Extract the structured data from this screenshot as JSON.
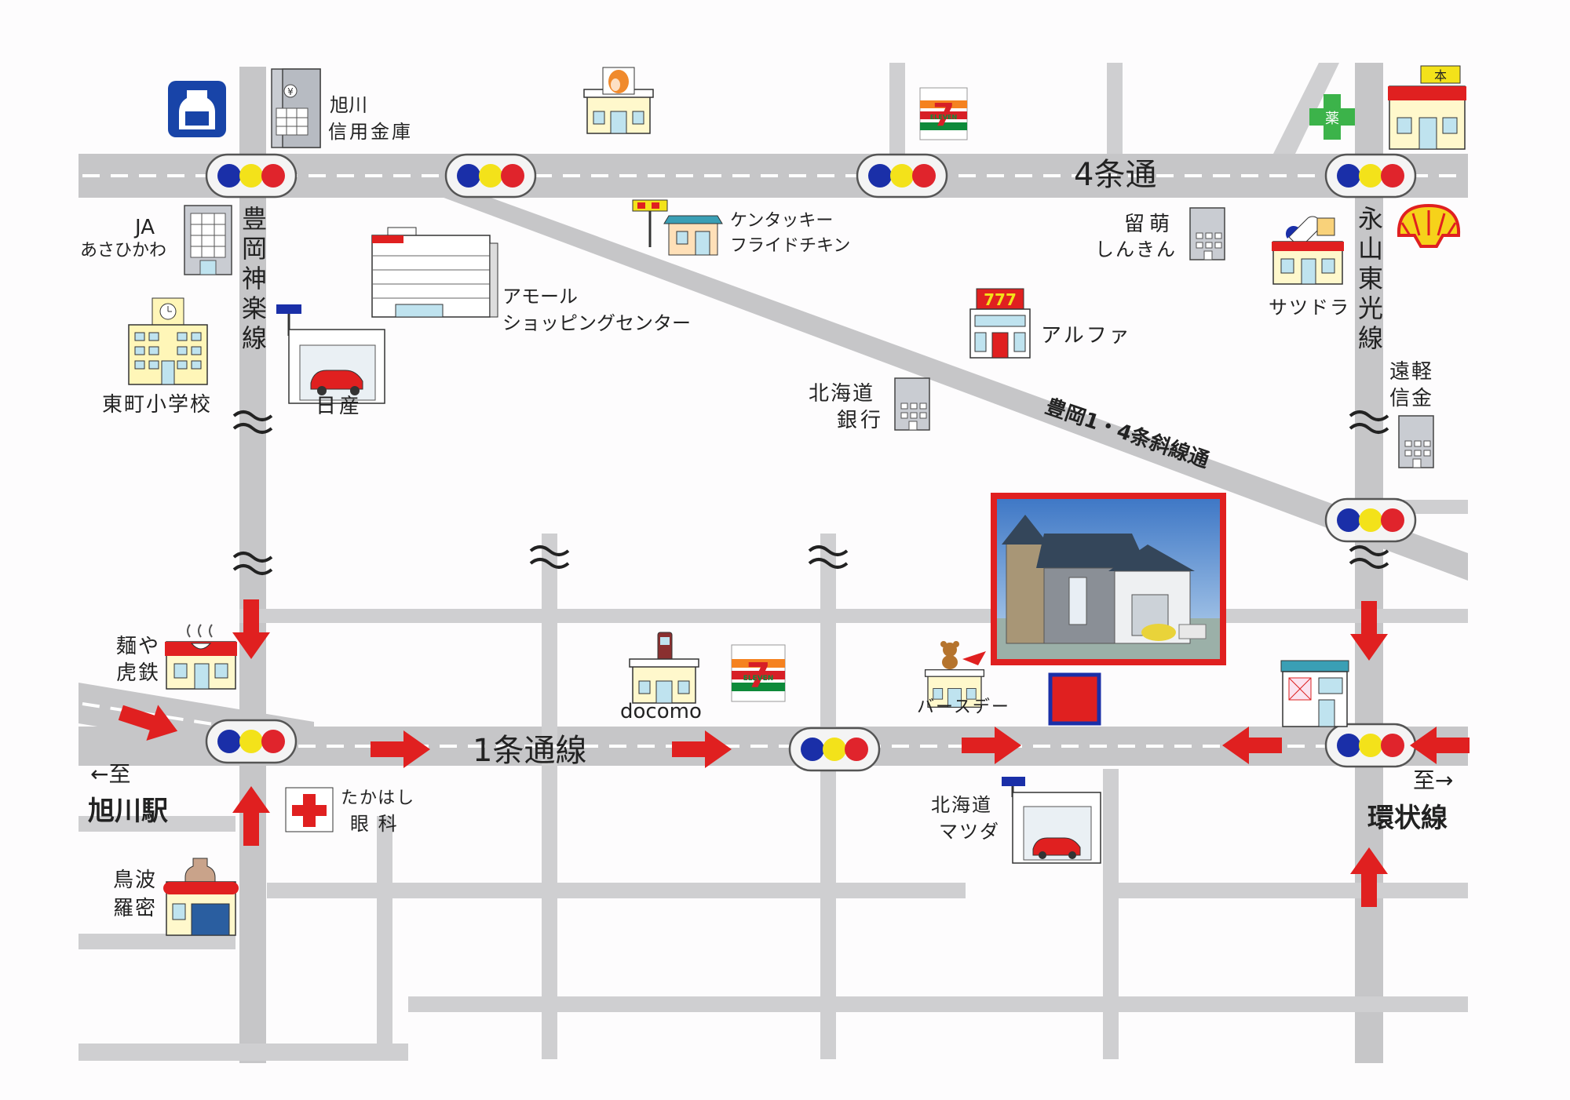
{
  "roads": {
    "street_4jo": "4条通",
    "street_1jo": "1条通線",
    "toyooka_kagura": "豊岡神楽線",
    "nagayama_toko": "永山東光線",
    "diagonal": "豊岡1・4条斜線通"
  },
  "directions": {
    "left_arrow": "←至",
    "left_dest": "旭川駅",
    "right_arrow": "至→",
    "right_dest": "環状線"
  },
  "landmarks": {
    "asahikawa_shinkin_1": "旭川",
    "asahikawa_shinkin_2": "信用金庫",
    "ja_1": "JA",
    "ja_2": "あさひかわ",
    "kfc_1": "ケンタッキー",
    "kfc_2": "フライドチキン",
    "amall_1": "アモール",
    "amall_2": "ショッピングセンター",
    "higashimachi_school": "東町小学校",
    "nissan": "日産",
    "rumoi_shinkin_1": "留萌",
    "rumoi_shinkin_2": "しんきん",
    "satsudora": "サツドラ",
    "alpha": "アルファ",
    "hokkaido_bank_1": "北海道",
    "hokkaido_bank_2": "銀行",
    "enkaru_shinkin_1": "遠軽",
    "enkaru_shinkin_2": "信金",
    "menya_1": "麺や",
    "menya_2": "虎鉄",
    "docomo": "docomo",
    "birthday": "バースデー",
    "takahashi_1": "たかはし",
    "takahashi_2": "眼 科",
    "mazda_1": "北海道",
    "mazda_2": "マツダ",
    "toriha_1": "鳥波",
    "toriha_2": "羅密"
  },
  "icons": {
    "seven_eleven_text": "7",
    "seven_eleven_sub": "ELEVEN",
    "pachinko_text": "777",
    "bookstore_text": "本",
    "pharmacy_text": "薬",
    "yen_text": "¥"
  },
  "colors": {
    "road": "#c6c6c8",
    "arrow": "#e02020",
    "signal_blue": "#1a2fa8",
    "signal_yellow": "#f3e21a",
    "signal_red": "#e0242c",
    "destination": "#e02020"
  }
}
